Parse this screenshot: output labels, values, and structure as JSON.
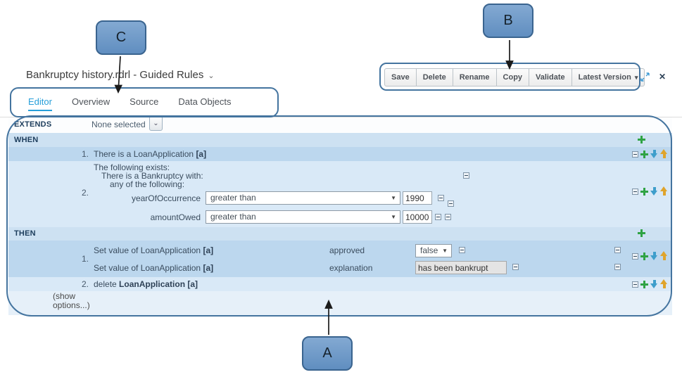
{
  "header": {
    "title": "Bankruptcy history.rdrl - Guided Rules"
  },
  "toolbar": {
    "save": "Save",
    "delete": "Delete",
    "rename": "Rename",
    "copy": "Copy",
    "validate": "Validate",
    "latest_version": "Latest Version"
  },
  "tabs": {
    "editor": "Editor",
    "overview": "Overview",
    "source": "Source",
    "data_objects": "Data Objects"
  },
  "rule": {
    "extends_label": "EXTENDS",
    "extends_value": "None selected",
    "when": {
      "label": "WHEN",
      "row1": {
        "num": "1.",
        "text": "There is a LoanApplication",
        "var": "[a]"
      },
      "row2": {
        "num": "2.",
        "line1": "The following exists:",
        "line2": "There is a Bankruptcy with:",
        "line3": "any of the following:",
        "c1": {
          "field": "yearOfOccurrence",
          "op": "greater than",
          "value": "1990"
        },
        "c2": {
          "field": "amountOwed",
          "op": "greater than",
          "value": "10000"
        }
      }
    },
    "then": {
      "label": "THEN",
      "row1": {
        "num": "1.",
        "a1": {
          "text": "Set value of LoanApplication",
          "var": "[a]",
          "field": "approved",
          "value": "false"
        },
        "a2": {
          "text": "Set value of LoanApplication",
          "var": "[a]",
          "field": "explanation",
          "value": "has been bankrupt"
        }
      },
      "row2": {
        "num": "2.",
        "text": "delete",
        "bold": "LoanApplication [a]"
      }
    },
    "show_options_line1": "(show",
    "show_options_line2": "options...)"
  },
  "annotations": {
    "a": "A",
    "b": "B",
    "c": "C"
  },
  "glyphs": {
    "chevron": "⌄",
    "caret": "▾",
    "select_caret": "▼",
    "close": "✕"
  }
}
